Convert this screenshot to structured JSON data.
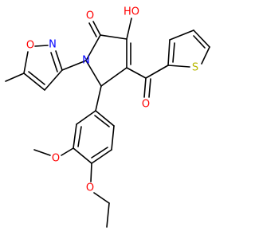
{
  "colors": {
    "oxygen": "#ff0000",
    "nitrogen": "#0000ff",
    "sulfur": "#b8b800",
    "carbon_bond": "#000000",
    "background": "#ffffff"
  },
  "atoms": {
    "hydroxyl": {
      "symbol": "HO",
      "element": "O"
    },
    "lactam_oxygen": {
      "symbol": "O",
      "element": "O"
    },
    "ring_nitrogen": {
      "symbol": "N",
      "element": "N"
    },
    "isoxazole_nitrogen": {
      "symbol": "N",
      "element": "N"
    },
    "isoxazole_oxygen": {
      "symbol": "O",
      "element": "O"
    },
    "ketone_oxygen": {
      "symbol": "O",
      "element": "O"
    },
    "thiophene_sulfur": {
      "symbol": "S",
      "element": "S"
    },
    "methoxy_oxygen": {
      "symbol": "O",
      "element": "O"
    },
    "ethoxy_oxygen": {
      "symbol": "O",
      "element": "O"
    }
  }
}
